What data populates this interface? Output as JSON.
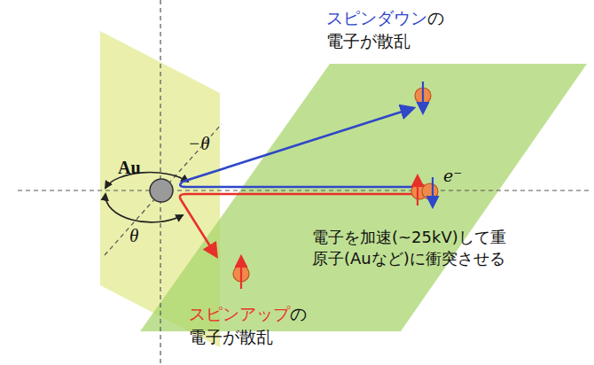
{
  "diagram": {
    "labels": [
      "スピンダウンの 電子が散乱",
      "Au",
      "−θ",
      "θ",
      "e⁻",
      "電子を加速(~25kV)して重 原子(Auなど)に衝突させる",
      "スピンアップの 電子が散乱"
    ]
  }
}
